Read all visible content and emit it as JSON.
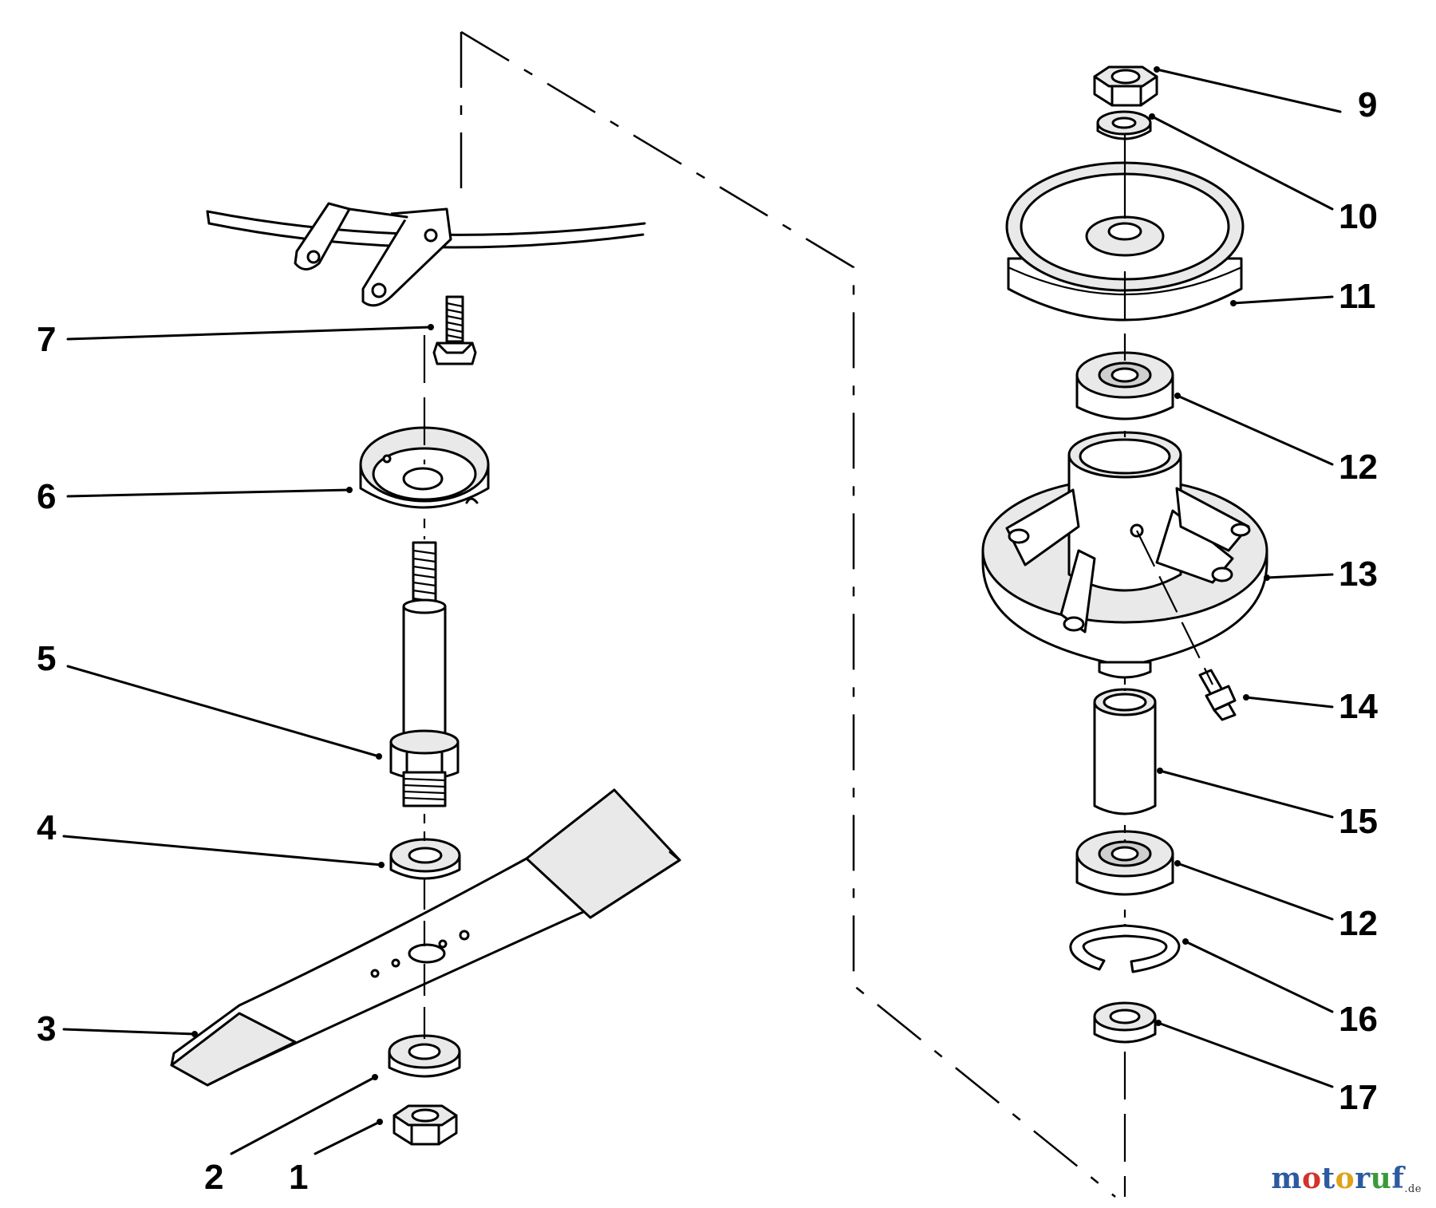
{
  "callouts": [
    {
      "id": "1",
      "text": "1"
    },
    {
      "id": "2",
      "text": "2"
    },
    {
      "id": "3",
      "text": "3"
    },
    {
      "id": "4",
      "text": "4"
    },
    {
      "id": "5",
      "text": "5"
    },
    {
      "id": "6",
      "text": "6"
    },
    {
      "id": "7",
      "text": "7"
    },
    {
      "id": "9",
      "text": "9"
    },
    {
      "id": "10",
      "text": "10"
    },
    {
      "id": "11",
      "text": "11"
    },
    {
      "id": "12a",
      "text": "12"
    },
    {
      "id": "13",
      "text": "13"
    },
    {
      "id": "14",
      "text": "14"
    },
    {
      "id": "15",
      "text": "15"
    },
    {
      "id": "12b",
      "text": "12"
    },
    {
      "id": "16",
      "text": "16"
    },
    {
      "id": "17",
      "text": "17"
    }
  ],
  "watermark": {
    "parts": [
      {
        "text": "m",
        "color": "#2c5aa0"
      },
      {
        "text": "o",
        "color": "#d2332b"
      },
      {
        "text": "t",
        "color": "#2c5aa0"
      },
      {
        "text": "o",
        "color": "#e0a21b"
      },
      {
        "text": "r",
        "color": "#2c5aa0"
      },
      {
        "text": "u",
        "color": "#3a9a3a"
      },
      {
        "text": "f",
        "color": "#2c5aa0"
      }
    ],
    "suffix": ".de"
  }
}
